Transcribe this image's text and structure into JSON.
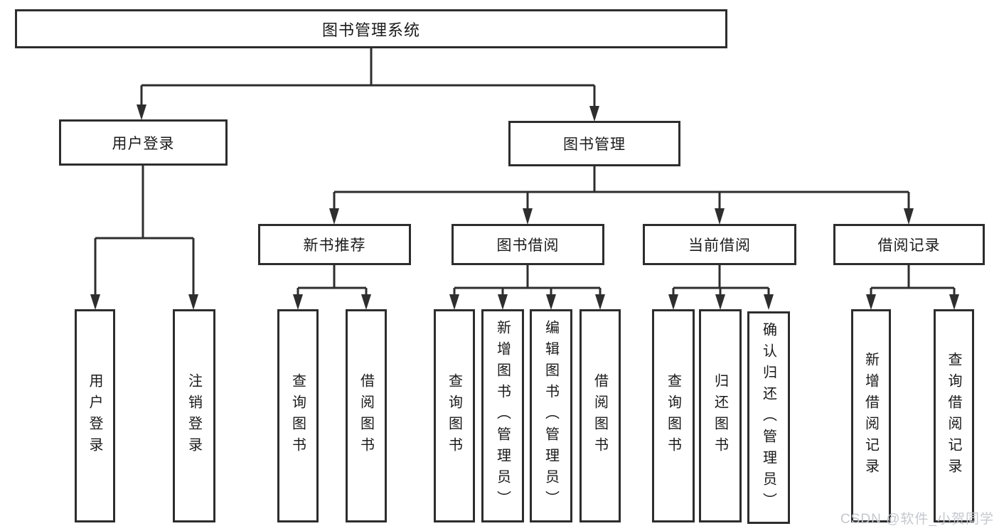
{
  "diagram": {
    "root": {
      "label": "图书管理系统"
    },
    "branches": [
      {
        "label": "用户登录",
        "children": [
          {
            "label": "用户登录"
          },
          {
            "label": "注销登录"
          }
        ]
      },
      {
        "label": "图书管理",
        "children": [
          {
            "label": "新书推荐",
            "children": [
              {
                "label": "查询图书"
              },
              {
                "label": "借阅图书"
              }
            ]
          },
          {
            "label": "图书借阅",
            "children": [
              {
                "label": "查询图书"
              },
              {
                "label": "新增图书（管理员）"
              },
              {
                "label": "编辑图书（管理员）"
              },
              {
                "label": "借阅图书"
              }
            ]
          },
          {
            "label": "当前借阅",
            "children": [
              {
                "label": "查询图书"
              },
              {
                "label": "归还图书"
              },
              {
                "label": "确认归还（管理员）"
              }
            ]
          },
          {
            "label": "借阅记录",
            "children": [
              {
                "label": "新增借阅记录"
              },
              {
                "label": "查询借阅记录"
              }
            ]
          }
        ]
      }
    ]
  },
  "watermark": {
    "text": "CSDN @软件_小贺同学"
  },
  "colors": {
    "line": "#2e2e2e",
    "box_border": "#2d2d2d",
    "text": "#1a1a1a",
    "watermark": "#c4c8ce",
    "background": "#ffffff"
  }
}
